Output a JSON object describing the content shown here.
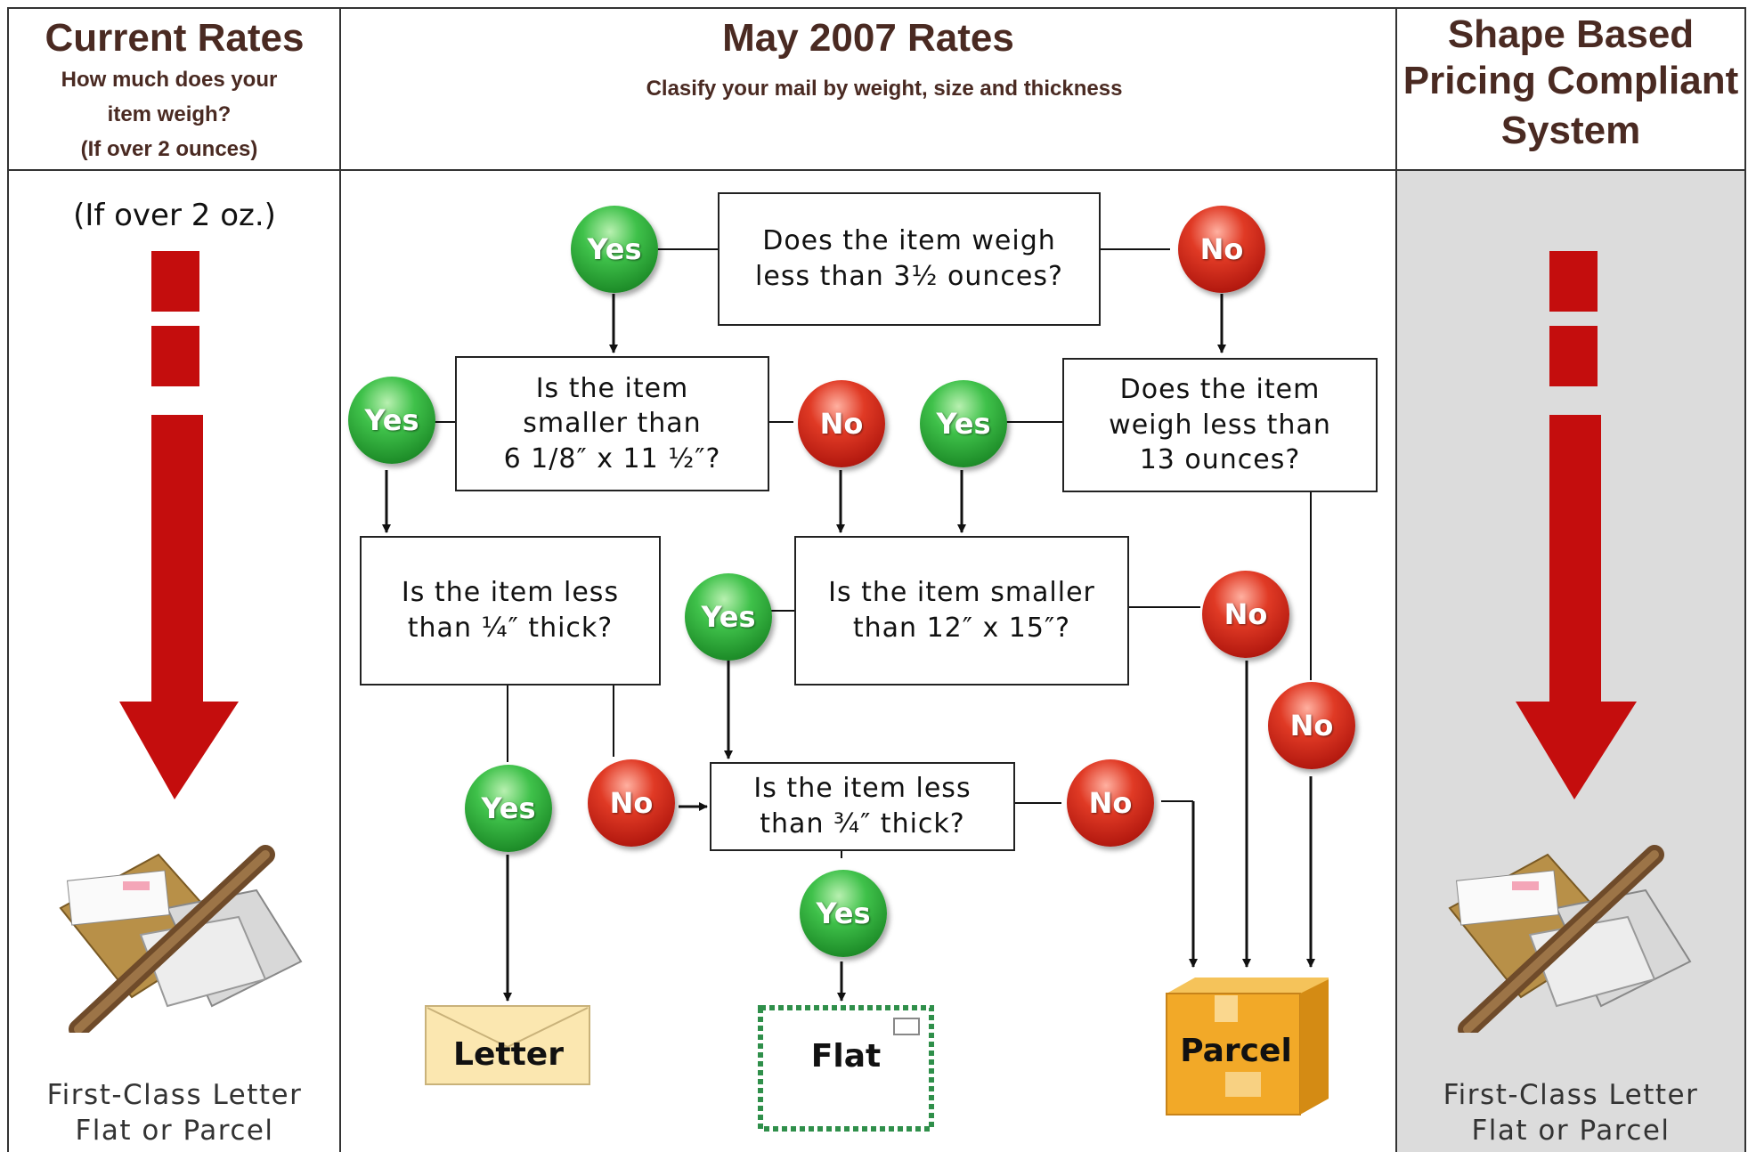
{
  "columns": {
    "current": {
      "title": "Current Rates",
      "subtitle_lines": [
        "How much does your",
        "item weigh?",
        "(If over 2 ounces)"
      ],
      "note": "(If over 2 oz.)",
      "result_lines": [
        "First-Class Letter",
        "Flat or Parcel"
      ]
    },
    "may2007": {
      "title": "May 2007 Rates",
      "subtitle": "Clasify your mail by weight, size and thickness"
    },
    "shape": {
      "title_lines": [
        "Shape Based",
        "Pricing Compliant",
        "System"
      ],
      "result_lines": [
        "First-Class Letter",
        "Flat or Parcel"
      ]
    }
  },
  "questions": {
    "q_weight_3_5": "Does the item weigh\nless than 3½ ounces?",
    "q_size_letter": "Is the item\nsmaller  than\n6 1/8″ x 11 ½″?",
    "q_weight_13": "Does the item\nweigh less than\n13 ounces?",
    "q_thick_quarter": "Is the item less\nthan ¼″ thick?",
    "q_size_flat": "Is the item smaller\nthan 12″ x 15″?",
    "q_thick_three_quarter": "Is the item less\nthan ¾″ thick?"
  },
  "answers": {
    "yes": "Yes",
    "no": "No"
  },
  "outcomes": {
    "letter": "Letter",
    "flat": "Flat",
    "parcel": "Parcel"
  },
  "colors": {
    "header_text": "#4a2a22",
    "arrow_red": "#c40d0d",
    "yes_green": "#2ea83a",
    "no_red": "#c8261a",
    "right_panel": "#dcdcdc"
  }
}
